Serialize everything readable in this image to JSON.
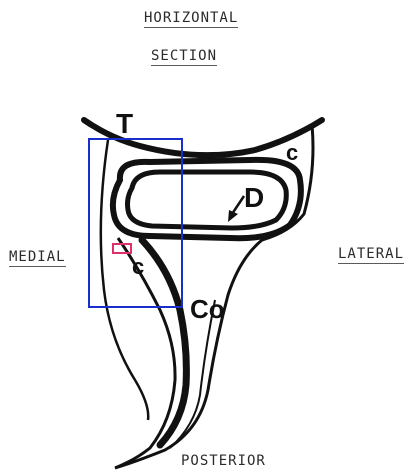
{
  "title": {
    "line1": "HORIZONTAL",
    "line2": "SECTION"
  },
  "orientation_labels": {
    "medial": "MEDIAL",
    "lateral": "LATERAL",
    "posterior": "POSTERIOR"
  },
  "structure_labels": {
    "t": "T",
    "c_upper": "c",
    "d": "D",
    "c_lower": "c",
    "co": "Co"
  },
  "colors": {
    "outline": "#111111",
    "box": "#1a2fc9",
    "highlight": "#e0306a",
    "text": "#2b2b2b"
  }
}
